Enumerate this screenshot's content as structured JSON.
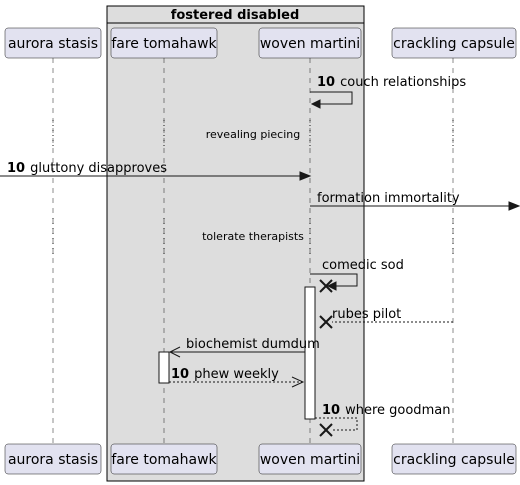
{
  "group": {
    "title": "fostered disabled"
  },
  "participants": [
    {
      "id": "aurora",
      "label": "aurora stasis"
    },
    {
      "id": "fare",
      "label": "fare tomahawk"
    },
    {
      "id": "woven",
      "label": "woven martini"
    },
    {
      "id": "crackling",
      "label": "crackling capsule"
    }
  ],
  "messages": [
    {
      "num": "10",
      "text": "couch relationships"
    },
    {
      "delay": "revealing piecing"
    },
    {
      "num": "10",
      "text": "gluttony disapproves"
    },
    {
      "num": "",
      "text": "formation immortality"
    },
    {
      "delay": "tolerate therapists"
    },
    {
      "num": "",
      "text": "comedic sod"
    },
    {
      "num": "",
      "text": "rubes pilot"
    },
    {
      "num": "",
      "text": "biochemist dumdum"
    },
    {
      "num": "10",
      "text": "phew weekly"
    },
    {
      "num": "10",
      "text": "where goodman"
    }
  ]
}
